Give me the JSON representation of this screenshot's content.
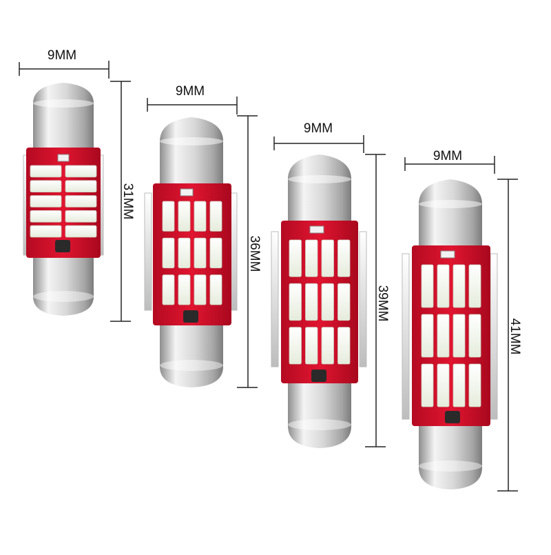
{
  "bulbs": [
    {
      "width_label": "9MM",
      "length_label": "31MM",
      "led_rows": 5,
      "led_cols": 2
    },
    {
      "width_label": "9MM",
      "length_label": "36MM",
      "led_rows": 3,
      "led_cols": 4
    },
    {
      "width_label": "9MM",
      "length_label": "39MM",
      "led_rows": 3,
      "led_cols": 4
    },
    {
      "width_label": "9MM",
      "length_label": "41MM",
      "led_rows": 3,
      "led_cols": 4
    }
  ],
  "colors": {
    "pcb_red": "#d8112b",
    "pcb_dark": "#b00a20",
    "led_white": "#f4f7ee",
    "chrome_light": "#f2f2f2",
    "chrome_dark": "#9a9a9a",
    "dimension_line": "#222222"
  }
}
